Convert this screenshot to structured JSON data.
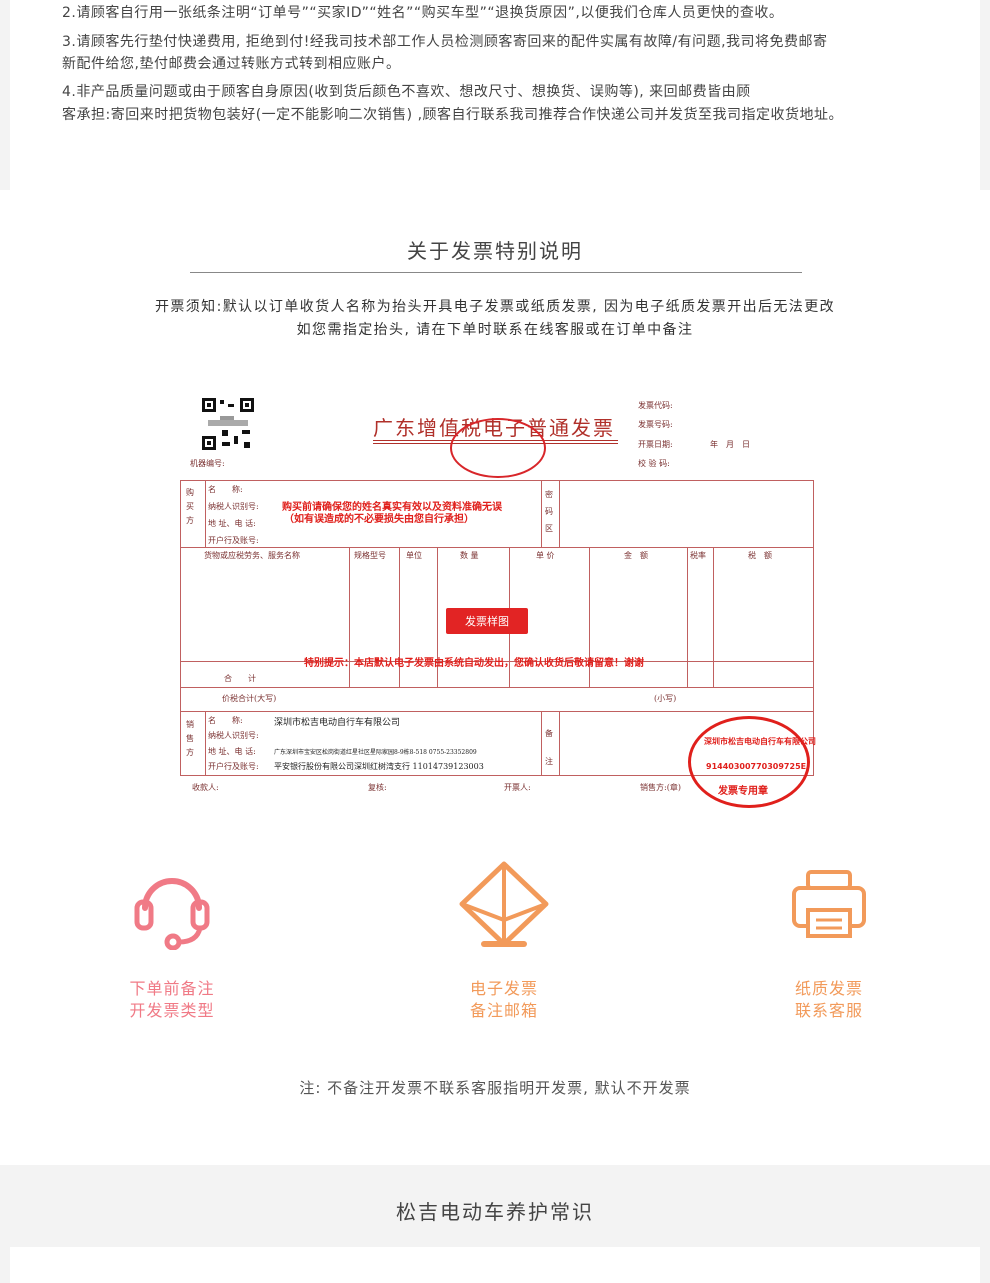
{
  "rules": {
    "item2": "2.请顾客自行用一张纸条注明“订单号”“买家ID”“姓名”“购买车型”“退换货原因”,以便我们仓库人员更快的查收。",
    "item3_line1": "3.请顾客先行垫付快递费用, 拒绝到付!经我司技术部工作人员检测顾客寄回来的配件实属有故障/有问题,我司将免费邮寄",
    "item3_line2": "新配件给您,垫付邮费会通过转账方式转到相应账户。",
    "item4_line1": "4.非产品质量问题或由于顾客自身原因(收到货后颜色不喜欢、想改尺寸、想换货、误购等), 来回邮费皆由顾",
    "item4_line2": "客承担:寄回来时把货物包装好(一定不能影响二次销售) ,顾客自行联系我司推荐合作快递公司并发货至我司指定收货地址。"
  },
  "invoice_section": {
    "title": "关于发票特别说明",
    "notice_line1": "开票须知:默认以订单收货人名称为抬头开具电子发票或纸质发票, 因为电子纸质发票开出后无法更改",
    "notice_line2": "如您需指定抬头, 请在下单时联系在线客服或在订单中备注"
  },
  "invoice": {
    "title": "广东增值税电子普通发票",
    "header_fields": [
      "发票代码:",
      "发票号码:",
      "开票日期:",
      "校 验 码:"
    ],
    "date_placeholder": "年　月　日",
    "machine_no": "机器编号:",
    "buyer_side": "购买方",
    "buyer_fields": [
      "名　　称:",
      "纳税人识别号:",
      "地 址、电 话:",
      "开户行及账号:"
    ],
    "buyer_warning_1": "购买前请确保您的姓名真实有效以及资料准确无误",
    "buyer_warning_2": "（如有误造成的不必要损失由您自行承担）",
    "cipher_zone": "密码区",
    "columns": [
      "货物或应税劳务、服务名称",
      "规格型号",
      "单位",
      "数 量",
      "单 价",
      "金　额",
      "税率",
      "税　额"
    ],
    "sample_label": "发票样图",
    "special_notice": "特别提示：本店默认电子发票由系统自动发出，您确认收货后敬请留意！谢谢",
    "total_label": "合　　计",
    "price_tax_total": "价税合计(大写)",
    "small_write": "(小写)",
    "seller_side": "销售方",
    "seller_fields": [
      "名　　称:",
      "纳税人识别号:",
      "地 址、电 话:",
      "开户行及账号:"
    ],
    "seller_name": "深圳市松吉电动自行车有限公司",
    "seller_address": "广东深圳市宝安区松岗街道红星社区星际家园8-9栋8-518 0755-23352809",
    "seller_bank": "平安银行股份有限公司深圳红树湾支行 11014739123003",
    "remarks": "备注",
    "footer_fields": [
      "收款人:",
      "复核:",
      "开票人:",
      "销售方:(章)"
    ],
    "stamp_company": "深圳市松吉电动自行车有限公司",
    "stamp_code": "91440300770309725E",
    "stamp_label": "发票专用章"
  },
  "features": [
    {
      "icon": "headset-icon",
      "line1": "下单前备注",
      "line2": "开发票类型",
      "color": "#f07a86"
    },
    {
      "icon": "envelope-icon",
      "line1": "电子发票",
      "line2": "备注邮箱",
      "color": "#f29a5a"
    },
    {
      "icon": "printer-icon",
      "line1": "纸质发票",
      "line2": "联系客服",
      "color": "#f29a5a"
    }
  ],
  "footnote": "注: 不备注开发票不联系客服指明开发票, 默认不开发票",
  "next_section_title": "松吉电动车养护常识"
}
